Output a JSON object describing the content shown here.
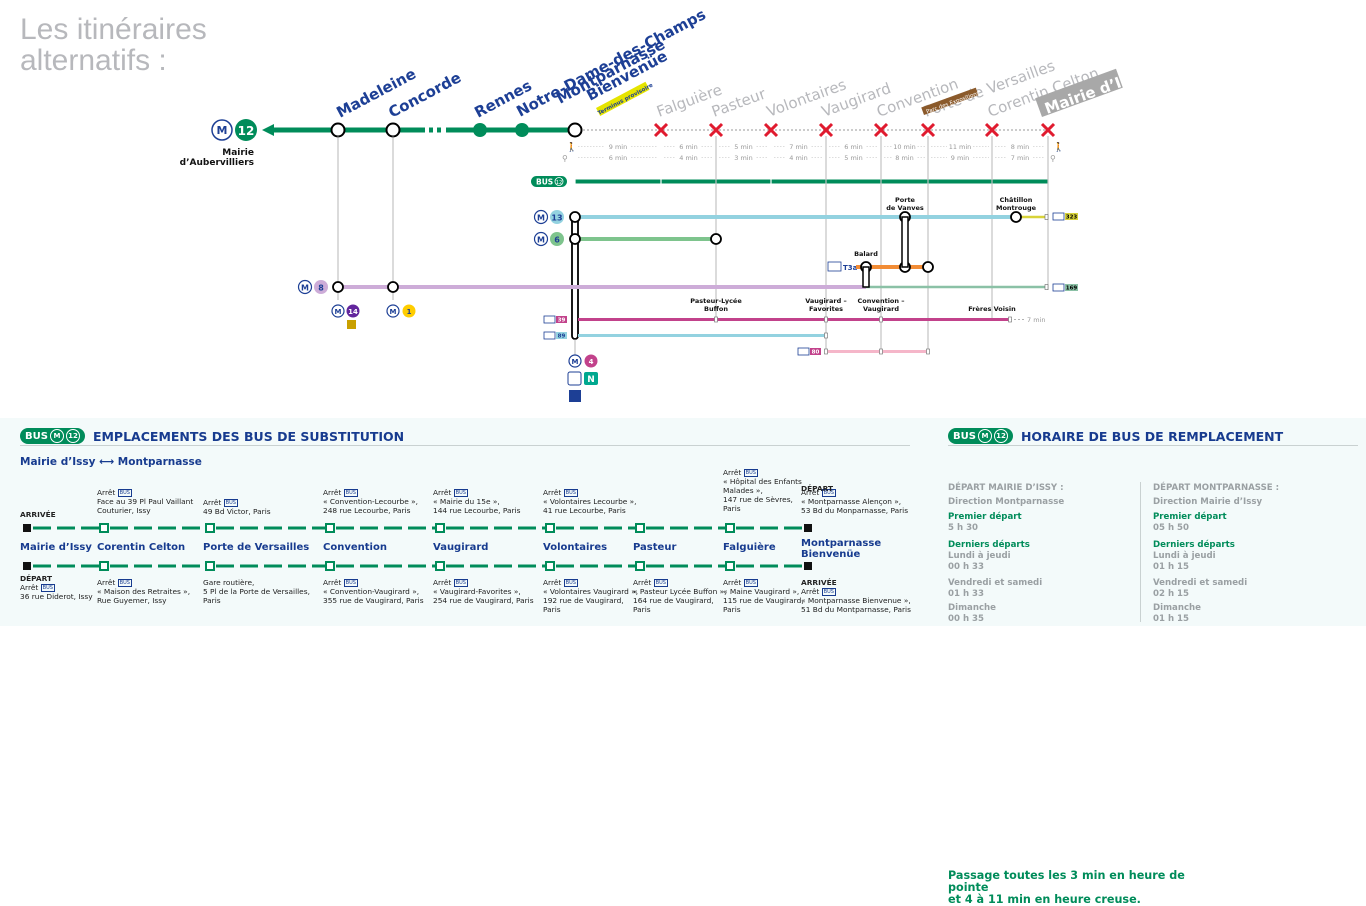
{
  "title": {
    "line1": "Les itinéraires",
    "line2": "alternatifs :"
  },
  "colors": {
    "m12": "#008c5a",
    "blue_text": "#1d3f95",
    "red_x": "#e01b2f",
    "m13": "#93d2e0",
    "m6": "#7ec48d",
    "m8": "#cdacd8",
    "orange_t3": "#f28c35",
    "bus39": "#c2428b",
    "bus89": "#93d2e0",
    "bus80": "#f5b6c9",
    "bus323": "#d8d33a",
    "bus169": "#8bc1a6"
  },
  "map": {
    "m12_terminus": {
      "line": "12",
      "name_line1": "Mairie",
      "name_line2": "d’Aubervilliers"
    },
    "open_stations": [
      {
        "name": "Madeleine",
        "type": "open"
      },
      {
        "name": "Concorde",
        "type": "open"
      },
      {
        "name": "Rennes",
        "type": "filled"
      },
      {
        "name": "Notre-Dame-des-Champs",
        "type": "filled"
      },
      {
        "name_line1": "Montparnasse",
        "name_line2": "Bienvenüe",
        "type": "open",
        "tag": "Terminus provisoire"
      }
    ],
    "closed_stations": [
      {
        "name": "Falguière"
      },
      {
        "name": "Pasteur"
      },
      {
        "name": "Volontaires"
      },
      {
        "name": "Vaugirard"
      },
      {
        "name": "Convention"
      },
      {
        "name": "Porte de Versailles",
        "tag": "Parc des Expositions"
      },
      {
        "name": "Corentin Celton"
      },
      {
        "name": "Mairie d’Issy",
        "boxed": true
      }
    ],
    "walk_times": [
      "9 min",
      "6 min",
      "5 min",
      "7 min",
      "6 min",
      "10 min",
      "11 min",
      "8 min"
    ],
    "bike_times": [
      "6 min",
      "4 min",
      "3 min",
      "4 min",
      "5 min",
      "8 min",
      "9 min",
      "7 min"
    ],
    "bus_m12_label": "BUS",
    "bus_m12_line": "12",
    "lines": {
      "m13": "13",
      "m6": "6",
      "m8": "8",
      "m14": "14",
      "m1": "1",
      "m4": "4",
      "rer": "N",
      "t3": "T3a",
      "bus39": "39",
      "bus89": "89",
      "bus80": "80",
      "bus323": "323",
      "bus169": "169"
    },
    "stops": {
      "porte_vanves_1": "Porte",
      "porte_vanves_2": "de Vanves",
      "chatillon_1": "Châtillon",
      "chatillon_2": "Montrouge",
      "balard": "Balard",
      "pasteur_lycee_1": "Pasteur-Lycée",
      "pasteur_lycee_2": "Buffon",
      "vaugirard_fav_1": "Vaugirard –",
      "vaugirard_fav_2": "Favorites",
      "convention_vau_1": "Convention –",
      "convention_vau_2": "Vaugirard",
      "freres_voisin": "Frères Voisin",
      "walk_freres": "7 min"
    }
  },
  "emplacements": {
    "heading": "EMPLACEMENTS DES BUS DE SUBSTITUTION",
    "badge": "BUS",
    "route": "Mairie d’Issy ⟷ Montparnasse",
    "arrivee": "ARRIVÉE",
    "depart": "DÉPART",
    "stops": [
      {
        "name": "Mairie d’Issy"
      },
      {
        "name": "Corentin Celton"
      },
      {
        "name": "Porte de Versailles"
      },
      {
        "name": "Convention"
      },
      {
        "name": "Vaugirard"
      },
      {
        "name": "Volontaires"
      },
      {
        "name": "Pasteur"
      },
      {
        "name": "Falguière"
      },
      {
        "name_line1": "Montparnasse",
        "name_line2": "Bienvenüe"
      }
    ],
    "top_texts": [
      "",
      "Face au 39 Pl Paul Vaillant\nCouturier, Issy",
      "49 Bd Victor, Paris",
      "« Convention-Lecourbe »,\n248 rue Lecourbe, Paris",
      "« Mairie du 15e »,\n144 rue Lecourbe, Paris",
      "« Volontaires Lecourbe »,\n41 rue Lecourbe, Paris",
      "",
      "« Hôpital des Enfants\nMalades »,\n147 rue de Sèvres,\nParis",
      "« Montparnasse Alençon »,\n53 Bd du Monparnasse, Paris"
    ],
    "bottom_texts": [
      "36 rue Diderot, Issy",
      "« Maison des Retraites »,\nRue Guyemer, Issy",
      "Gare routière,\n5 Pl de la Porte de Versailles,\nParis",
      "« Convention-Vaugirard »,\n355 rue de Vaugirard, Paris",
      "« Vaugirard-Favorites »,\n254 rue de Vaugirard, Paris",
      "« Volontaires Vaugirard »,\n192 rue de Vaugirard,\nParis",
      "« Pasteur Lycée Buffon »,\n164 rue de Vaugirard,\nParis",
      "« Maine Vaugirard »,\n115 rue de Vaugirard,\nParis",
      "« Montparnasse Bienvenue »,\n51 Bd du Montparnasse, Paris"
    ],
    "arret": "Arrêt"
  },
  "horaire": {
    "heading": "HORAIRE DE BUS DE REMPLACEMENT",
    "badge": "BUS",
    "passage_line1": "Passage toutes les 3 min en heure de pointe",
    "passage_line2": "et 4 à 11 min en heure creuse.",
    "issy": {
      "head": "DÉPART MAIRIE D’ISSY :",
      "dir": "Direction Montparnasse",
      "premier": "Premier départ",
      "premier_val": "5 h 30",
      "derniers": "Derniers départs",
      "lj": "Lundi à jeudi",
      "lj_val": "00 h 33",
      "vs": "Vendredi et samedi",
      "vs_val": "01 h 33",
      "dim": "Dimanche",
      "dim_val": "00 h 35"
    },
    "montparnasse": {
      "head": "DÉPART MONTPARNASSE :",
      "dir": "Direction Mairie d’Issy",
      "premier": "Premier départ",
      "premier_val": "05 h 50",
      "derniers": "Derniers départs",
      "lj": "Lundi à jeudi",
      "lj_val": "01 h 15",
      "vs": "Vendredi et samedi",
      "vs_val": "02 h 15",
      "dim": "Dimanche",
      "dim_val": "01 h 15"
    }
  }
}
